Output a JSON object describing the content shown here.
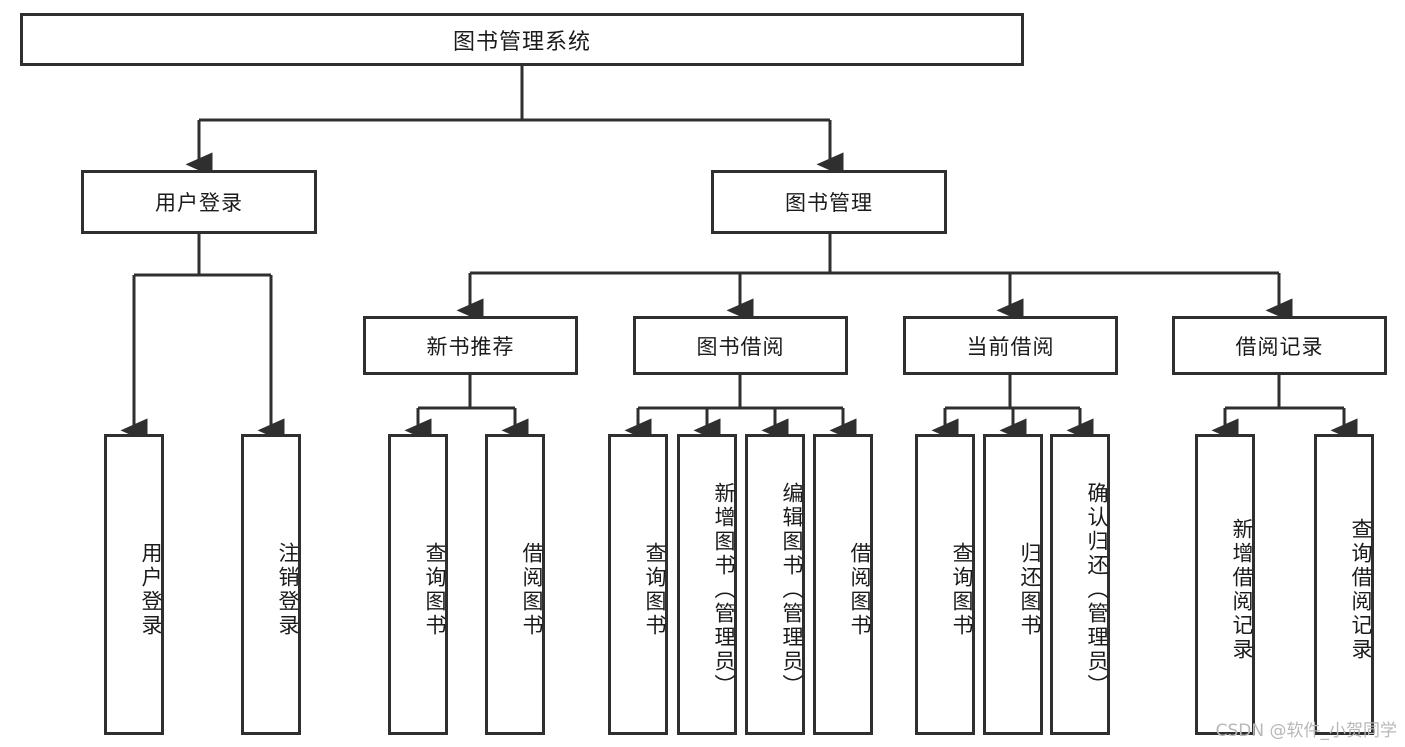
{
  "diagram": {
    "title": "图书管理系统",
    "type": "tree-hierarchy-chart",
    "root": {
      "label": "图书管理系统"
    },
    "level2": [
      {
        "id": "user-login",
        "label": "用户登录"
      },
      {
        "id": "book-management",
        "label": "图书管理"
      }
    ],
    "level3": [
      {
        "id": "new-book-recommend",
        "label": "新书推荐",
        "parent": "book-management"
      },
      {
        "id": "book-borrow",
        "label": "图书借阅",
        "parent": "book-management"
      },
      {
        "id": "current-borrow",
        "label": "当前借阅",
        "parent": "book-management"
      },
      {
        "id": "borrow-record",
        "label": "借阅记录",
        "parent": "book-management"
      }
    ],
    "leaves": [
      {
        "id": "leaf-user-login",
        "label": "用户登录",
        "parent": "user-login"
      },
      {
        "id": "leaf-logout-login",
        "label": "注销登录",
        "parent": "user-login"
      },
      {
        "id": "leaf-query-book-1",
        "label": "查询图书",
        "parent": "new-book-recommend"
      },
      {
        "id": "leaf-borrow-book-1",
        "label": "借阅图书",
        "parent": "new-book-recommend"
      },
      {
        "id": "leaf-query-book-2",
        "label": "查询图书",
        "parent": "book-borrow"
      },
      {
        "id": "leaf-add-book",
        "label": "新增图书（管理员）",
        "parent": "book-borrow"
      },
      {
        "id": "leaf-edit-book",
        "label": "编辑图书（管理员）",
        "parent": "book-borrow"
      },
      {
        "id": "leaf-borrow-book-2",
        "label": "借阅图书",
        "parent": "book-borrow"
      },
      {
        "id": "leaf-query-book-3",
        "label": "查询图书",
        "parent": "current-borrow"
      },
      {
        "id": "leaf-return-book",
        "label": "归还图书",
        "parent": "current-borrow"
      },
      {
        "id": "leaf-confirm-return",
        "label": "确认归还（管理员）",
        "parent": "current-borrow"
      },
      {
        "id": "leaf-add-record",
        "label": "新增借阅记录",
        "parent": "borrow-record"
      },
      {
        "id": "leaf-query-record",
        "label": "查询借阅记录",
        "parent": "borrow-record"
      }
    ],
    "colors": {
      "stroke": "#2f2f2f",
      "fill": "#ffffff",
      "text": "#1b1b1b",
      "watermark": "#b8b8b8"
    }
  },
  "watermark": {
    "text": "CSDN @软件_小贺同学"
  }
}
